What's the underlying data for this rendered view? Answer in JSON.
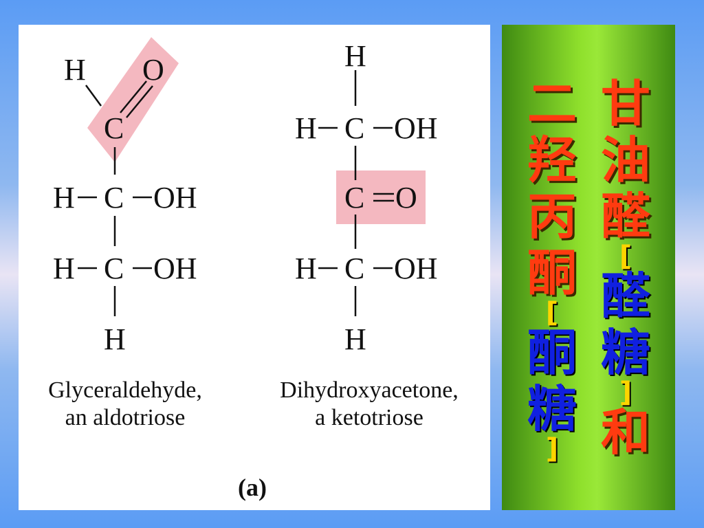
{
  "left": {
    "glyceraldehyde": {
      "atoms": {
        "h_top": "H",
        "o_top": "O",
        "c1": "C",
        "h2": "H",
        "c2": "C",
        "oh2": "OH",
        "h3": "H",
        "c3": "C",
        "oh3": "OH",
        "h_bottom": "H"
      },
      "name": "Glyceraldehyde,",
      "class": "an aldotriose"
    },
    "dihydroxyacetone": {
      "atoms": {
        "h_top": "H",
        "h1": "H",
        "c1": "C",
        "oh1": "OH",
        "c2": "C",
        "o2": "O",
        "h3": "H",
        "c3": "C",
        "oh3": "OH",
        "h_bottom": "H"
      },
      "name": "Dihydroxyacetone,",
      "class": "a ketotriose"
    },
    "figure_label": "(a)",
    "highlight_color": "#f4b8c0"
  },
  "side": {
    "col1": [
      "甘",
      "油",
      "醛",
      "[",
      "醛",
      "糖",
      "]",
      "和"
    ],
    "col2": [
      "二",
      "羟",
      "丙",
      "酮",
      "[",
      "酮",
      "糖",
      "]"
    ],
    "colors": {
      "red": "#ff3b10",
      "blue": "#1020e0",
      "bracket": "#ffd400"
    }
  }
}
